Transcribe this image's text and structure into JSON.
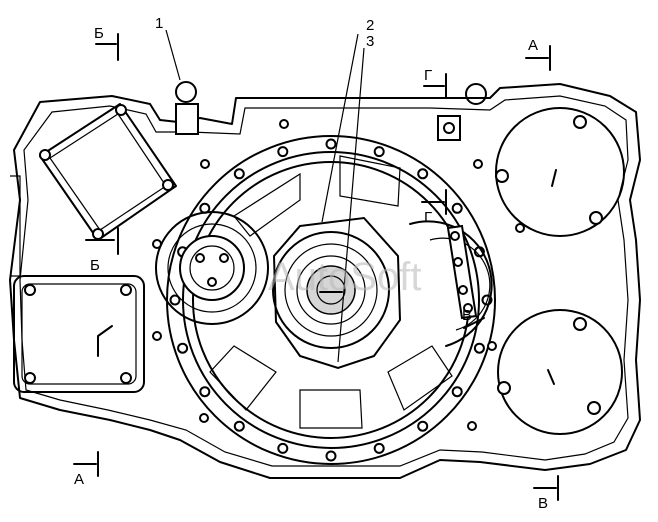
{
  "labels": {
    "part_1": "1",
    "part_2": "2",
    "part_3": "3",
    "section_B1_top": "Б",
    "section_B1_bottom": "Б",
    "section_A_top": "А",
    "section_A_bottom": "А",
    "section_G_top": "Г",
    "section_G_mid": "Г",
    "section_V_mid": "В",
    "section_V_bottom": "В"
  },
  "watermark": "AutoSoft",
  "colors": {
    "line": "#000000",
    "fill": "#d6d6d6",
    "background": "#ffffff",
    "watermark": "#b8b8b8"
  }
}
